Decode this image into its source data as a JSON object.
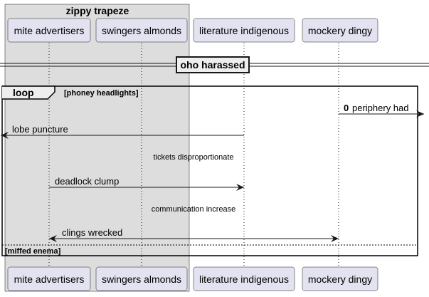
{
  "box": {
    "title": "zippy trapeze"
  },
  "participants": [
    {
      "id": "mite",
      "label": "mite advertisers"
    },
    {
      "id": "swingers",
      "label": "swingers almonds"
    },
    {
      "id": "literature",
      "label": "literature indigenous"
    },
    {
      "id": "mockery",
      "label": "mockery dingy"
    }
  ],
  "divider": {
    "label": "oho harassed"
  },
  "loop": {
    "keyword": "loop",
    "condition": "[phoney headlights]",
    "else_condition": "[miffed enema]"
  },
  "messages": [
    {
      "number": "0",
      "text": "periphery had",
      "from": "mockery",
      "to": "right-edge"
    },
    {
      "text": "lobe puncture",
      "from": "literature",
      "to": "left-edge"
    },
    {
      "text": "tickets disproportionate",
      "kind": "delay"
    },
    {
      "text": "deadlock clump",
      "from": "mite",
      "to": "literature"
    },
    {
      "text": "communication increase",
      "kind": "delay"
    },
    {
      "text": "clings wrecked",
      "from": "mite",
      "to": "mockery",
      "bidirectional": true
    }
  ],
  "colors": {
    "participant_fill": "#E2E2F0",
    "participant_border": "#181818",
    "box_fill": "#DDDDDD",
    "line": "#181818"
  }
}
